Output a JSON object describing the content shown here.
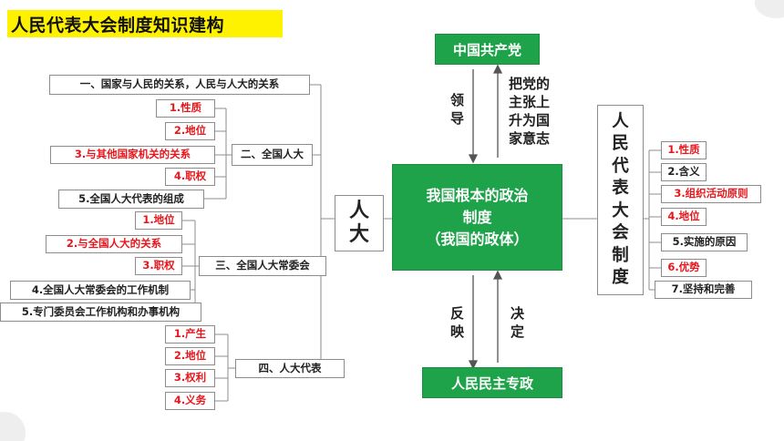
{
  "title": "人民代表大会制度知识建构",
  "center": {
    "line1": "我国根本的政治",
    "line2": "制度",
    "line3": "（我国的政体）"
  },
  "top_box": "中国共产党",
  "bottom_box": "人民民主专政",
  "labels": {
    "lingdao": "领\n导",
    "bazhuzhang": "把党的\n主张上\n升为国\n家意志",
    "fanying": "反\n映",
    "jueding": "决\n定"
  },
  "renda": "人\n大",
  "right_title": "人\n民\n代\n表\n大\n会\n制\n度",
  "left_items": {
    "item1": "一、国家与人民的关系，人民与人大的关系",
    "national": {
      "header": "二、全国人大",
      "subs": [
        "1.性质",
        "2.地位",
        "3.与其他国家机关的关系",
        "4.职权"
      ],
      "sub5": "5.全国人大代表的组成"
    },
    "standing": {
      "header": "三、全国人大常委会",
      "subs": [
        "1.地位",
        "2.与全国人大的关系",
        "3.职权"
      ],
      "sub4": "4.全国人大常委会的工作机制",
      "sub5": "5.专门委员会工作机构和办事机构"
    },
    "deputies": {
      "header": "四、人大代表",
      "subs": [
        "1.产生",
        "2.地位",
        "3.权利",
        "4.义务"
      ]
    }
  },
  "right_items": [
    "1.性质",
    "2.含义",
    "3.组织活动原则",
    "4.地位",
    "5.实施的原因",
    "6.优势",
    "7.坚持和完善"
  ],
  "colors": {
    "green": "#1fa34a",
    "highlight": "#fff200",
    "red": "#e8161b"
  }
}
